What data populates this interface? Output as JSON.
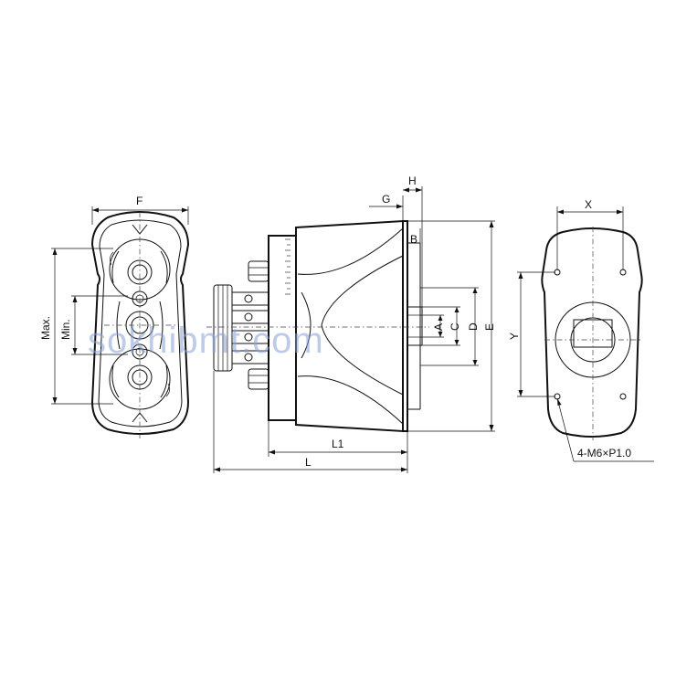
{
  "labels": {
    "F": "F",
    "max": "Max.",
    "min": "Min.",
    "G": "G",
    "H": "H",
    "B": "B",
    "A": "A",
    "C": "C",
    "D": "D",
    "E": "E",
    "L1": "L1",
    "L": "L",
    "X": "X",
    "Y": "Y",
    "thread": "4-M6×P1.0"
  },
  "watermark": "sokhibmt.com"
}
